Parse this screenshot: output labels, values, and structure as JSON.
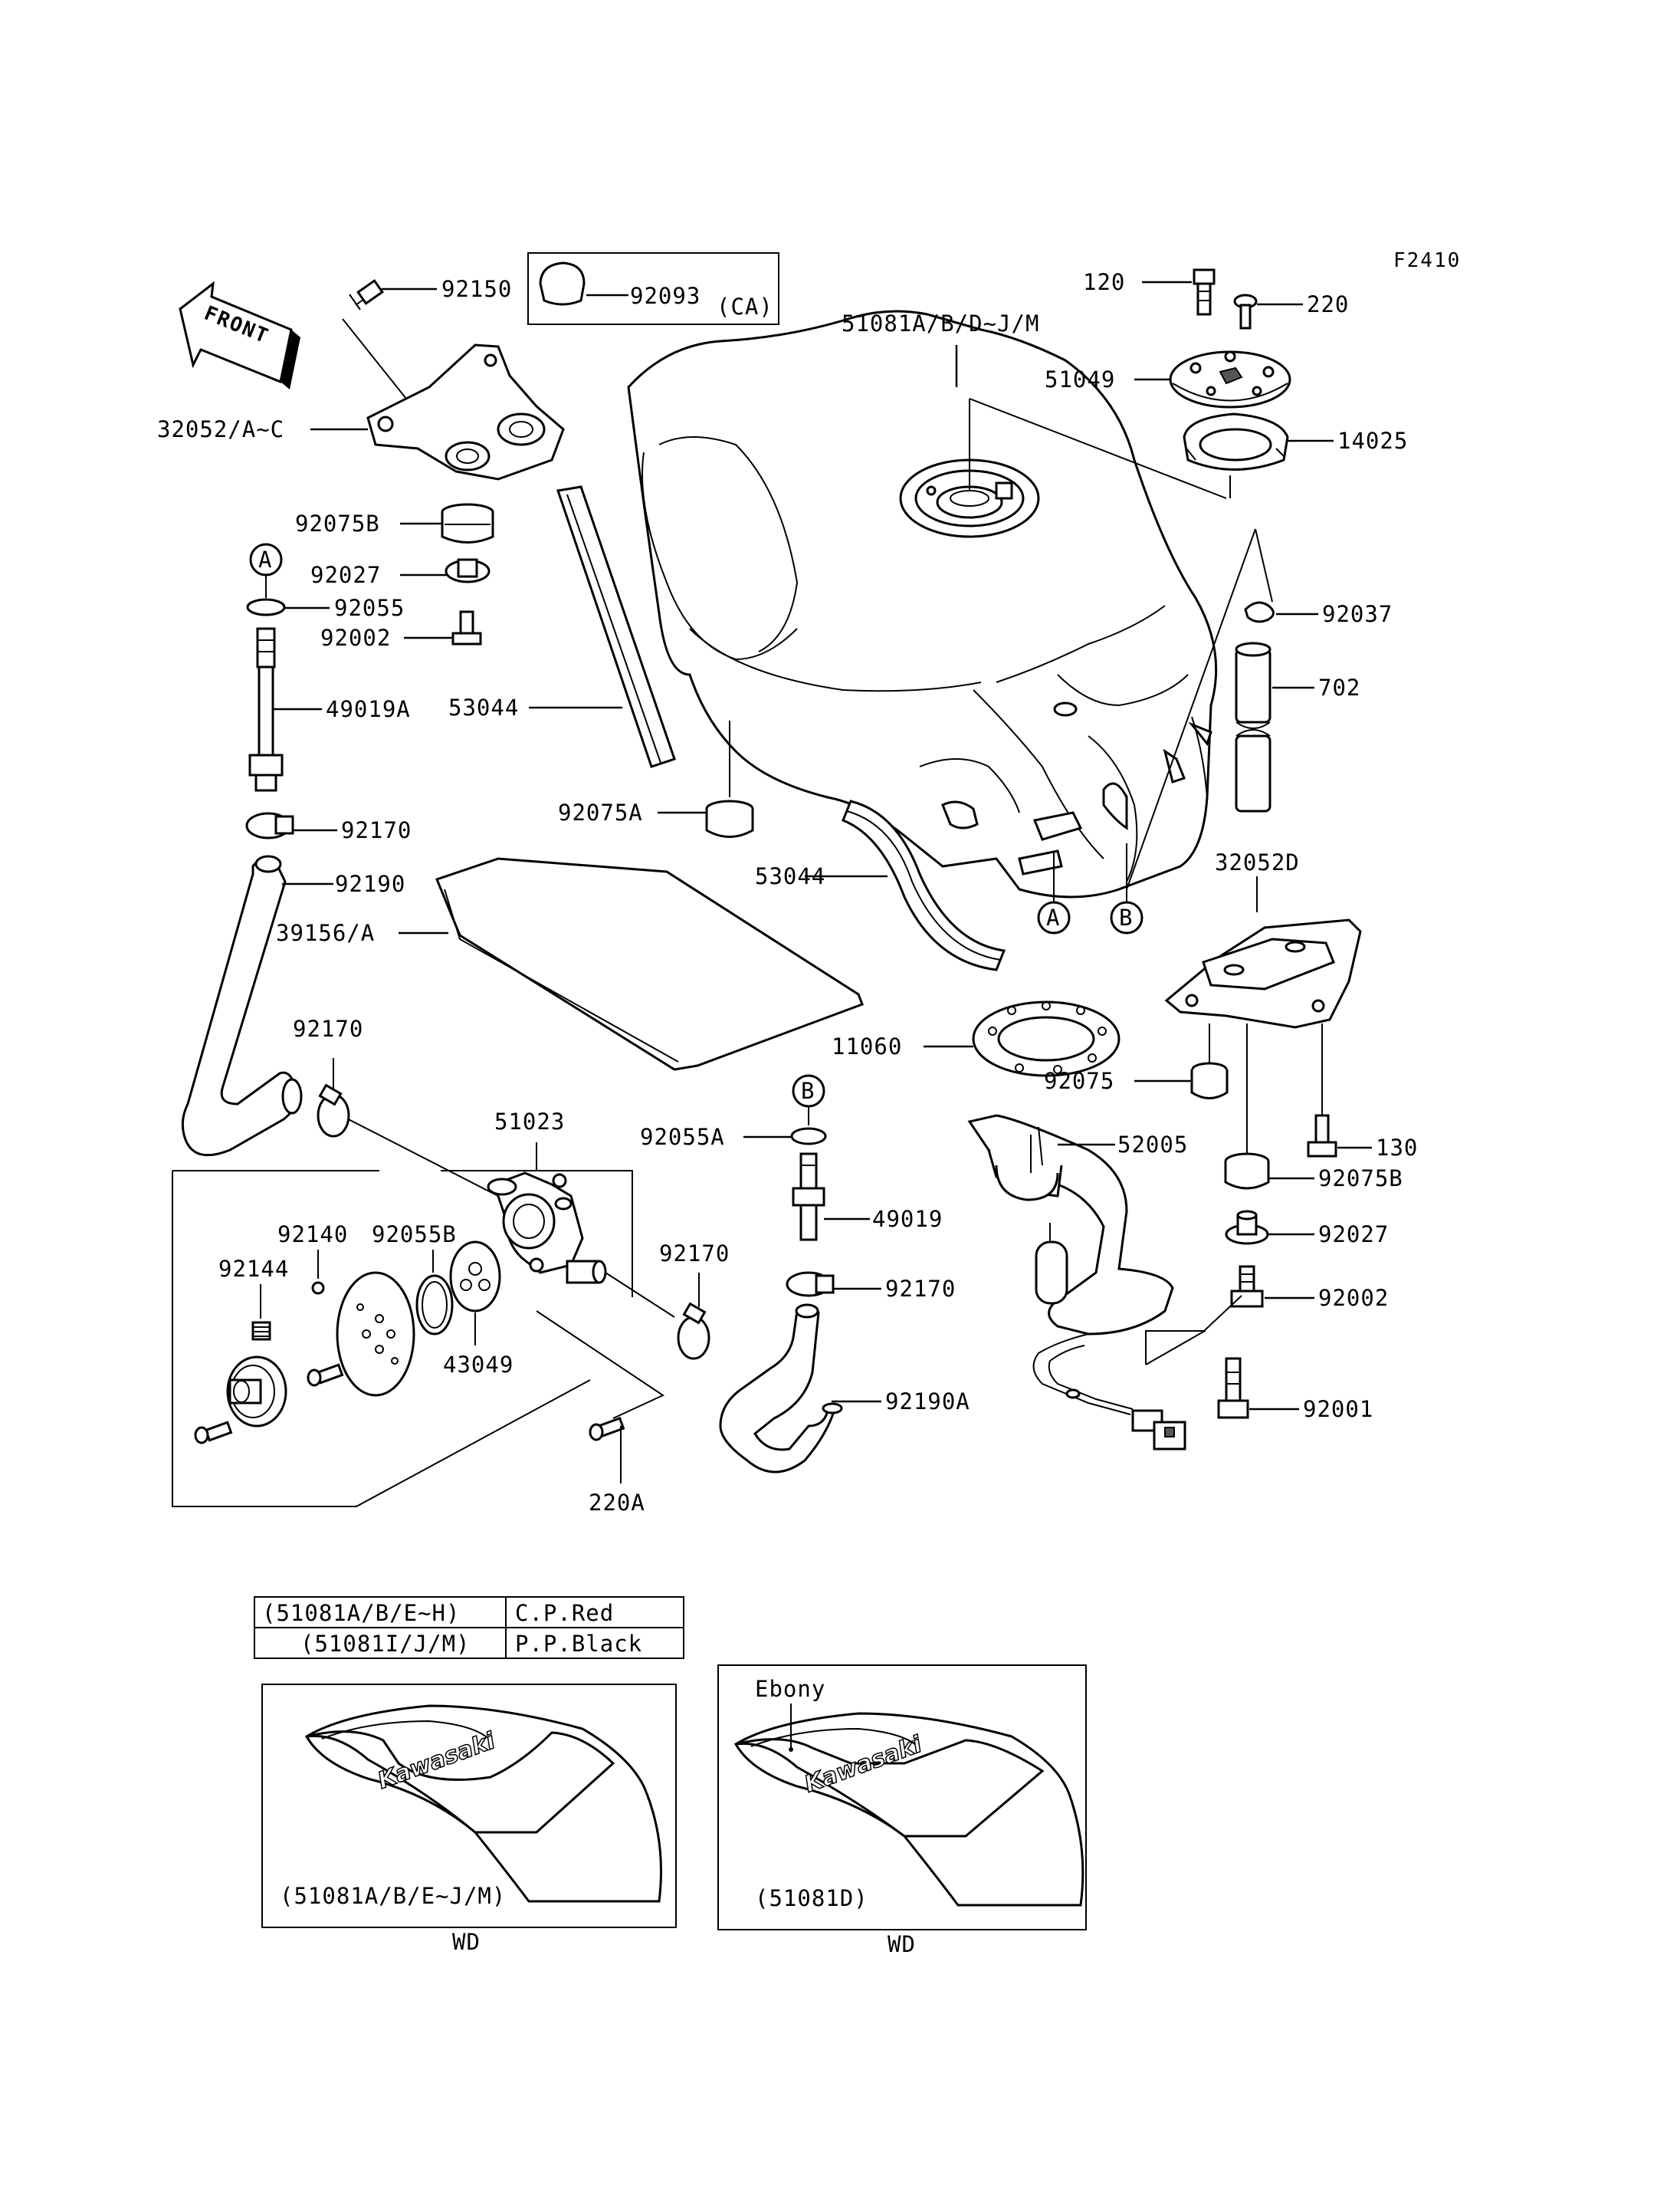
{
  "figure_code": "F2410",
  "front_label": "FRONT",
  "callouts": {
    "p92150": "92150",
    "p92093": "92093",
    "p92093_note": "(CA)",
    "p32052AC": "32052/A~C",
    "p92075B_top": "92075B",
    "circleA_top": "A",
    "p92027_top": "92027",
    "p92055": "92055",
    "p92002_top": "92002",
    "p49019A": "49019A",
    "p53044_top": "53044",
    "p92170_top": "92170",
    "p92190": "92190",
    "p39156A": "39156/A",
    "p92075A": "92075A",
    "p53044_mid": "53044",
    "p51081": "51081A/B/D~J/M",
    "p120": "120",
    "p220": "220",
    "p51049": "51049",
    "p14025": "14025",
    "p92037": "92037",
    "p702": "702",
    "circleA_tank": "A",
    "circleB_tank": "B",
    "p32052D": "32052D",
    "p11060": "11060",
    "p92075": "92075",
    "p130": "130",
    "p92170_left": "92170",
    "p51023": "51023",
    "p92140": "92140",
    "p92055B": "92055B",
    "p92144": "92144",
    "p43049": "43049",
    "p220A": "220A",
    "p92170_mid": "92170",
    "circleB_mid": "B",
    "p92055A": "92055A",
    "p49019": "49019",
    "p92170_low": "92170",
    "p92190A": "92190A",
    "p52005": "52005",
    "p92075B_right": "92075B",
    "p92027_right": "92027",
    "p92002_right": "92002",
    "p92001": "92001"
  },
  "color_table": {
    "rows": [
      {
        "models": "(51081A/B/E~H)",
        "color": "C.P.Red"
      },
      {
        "models": "(51081I/J/M)",
        "color": "P.P.Black"
      }
    ]
  },
  "panels": [
    {
      "caption": "(51081A/B/E~J/M)",
      "sublabel": "WD",
      "logo": "Kawasaki"
    },
    {
      "caption": "(51081D)",
      "sublabel": "WD",
      "logo": "Kawasaki",
      "note": "Ebony"
    }
  ]
}
